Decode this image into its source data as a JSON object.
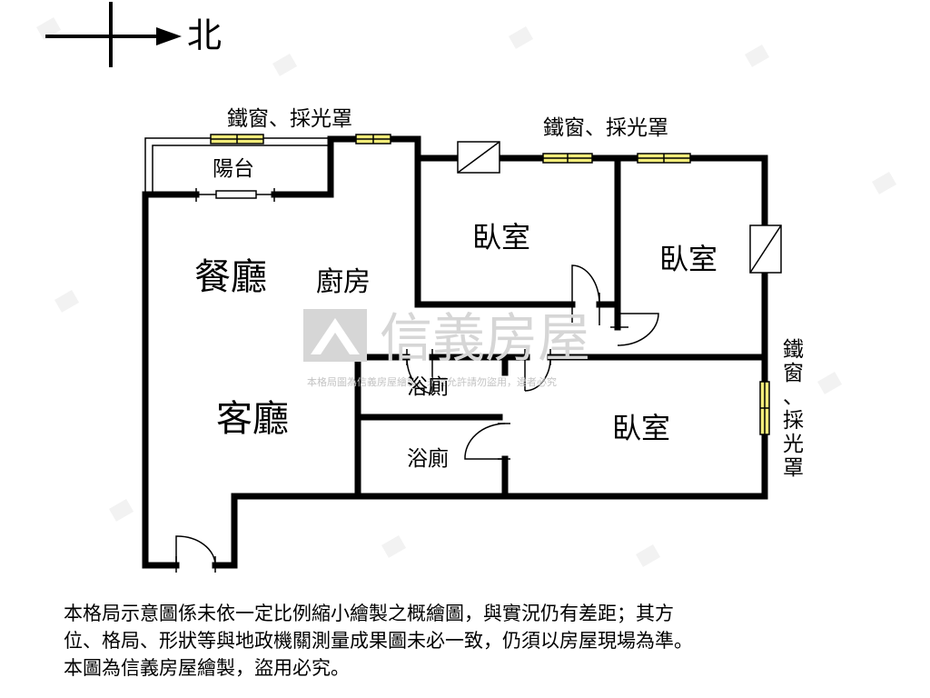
{
  "compass": {
    "direction_label": "北"
  },
  "rooms": {
    "balcony": "陽台",
    "dining": "餐廳",
    "kitchen": "廚房",
    "living": "客廳",
    "bedroom_top_left": "臥室",
    "bedroom_top_right": "臥室",
    "bedroom_bottom": "臥室",
    "bath_upper": "浴廁",
    "bath_lower": "浴廁"
  },
  "window_labels": {
    "top_left": "鐵窗、採光罩",
    "top_right": "鐵窗、採光罩",
    "right_vertical": [
      "鐵",
      "窗",
      "、",
      "採",
      "光",
      "罩"
    ]
  },
  "watermark": {
    "brand": "信義房屋",
    "notice": "本格局圖為信義房屋繪製，未經允許請勿盜用，違者必究"
  },
  "disclaimer": [
    "本格局示意圖係未依一定比例縮小繪製之概繪圖，與實況仍有差距；其方",
    "位、格局、形狀等與地政機關測量成果圖未必一致，仍須以房屋現場為準。",
    "本圖為信義房屋繪製，盜用必究。"
  ],
  "colors": {
    "wall": "#000000",
    "window_fill": "#f2ec7a",
    "watermark": "#d6d6d6"
  }
}
